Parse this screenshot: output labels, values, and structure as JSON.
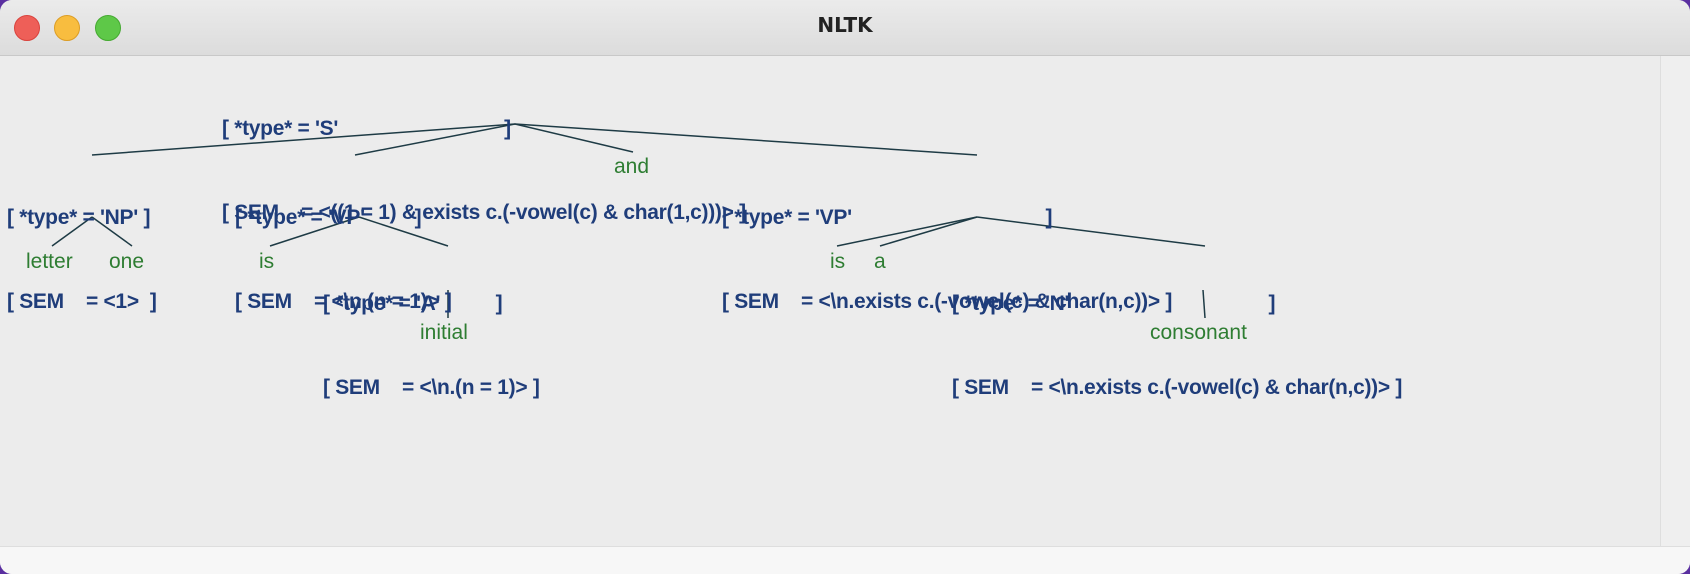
{
  "window": {
    "title": "NLTK"
  },
  "tree": {
    "s": {
      "line1": "[ *type* = 'S'                              ]",
      "line2": "[ SEM    = <((1 = 1) & exists c.(-vowel(c) & char(1,c)))> ]"
    },
    "np": {
      "line1": "[ *type* = 'NP' ]",
      "line2": "[ SEM    = <1>  ]"
    },
    "vp1": {
      "line1": "[ *type* = 'VP'         ]",
      "line2": "[ SEM    = <\\n.(n = 1)> ]"
    },
    "and": "and",
    "vp2": {
      "line1": "[ *type* = 'VP'                                   ]",
      "line2": "[ SEM    = <\\n.exists c.(-vowel(c) & char(n,c))> ]"
    },
    "letter": "letter",
    "one": "one",
    "is1": "is",
    "a_node": {
      "line1": "[ *type* = 'A'          ]",
      "line2": "[ SEM    = <\\n.(n = 1)> ]"
    },
    "initial": "initial",
    "is2": "is",
    "a": "a",
    "n_node": {
      "line1": "[ *type* = 'N'                                    ]",
      "line2": "[ SEM    = <\\n.exists c.(-vowel(c) & char(n,c))> ]"
    },
    "consonant": "consonant"
  }
}
